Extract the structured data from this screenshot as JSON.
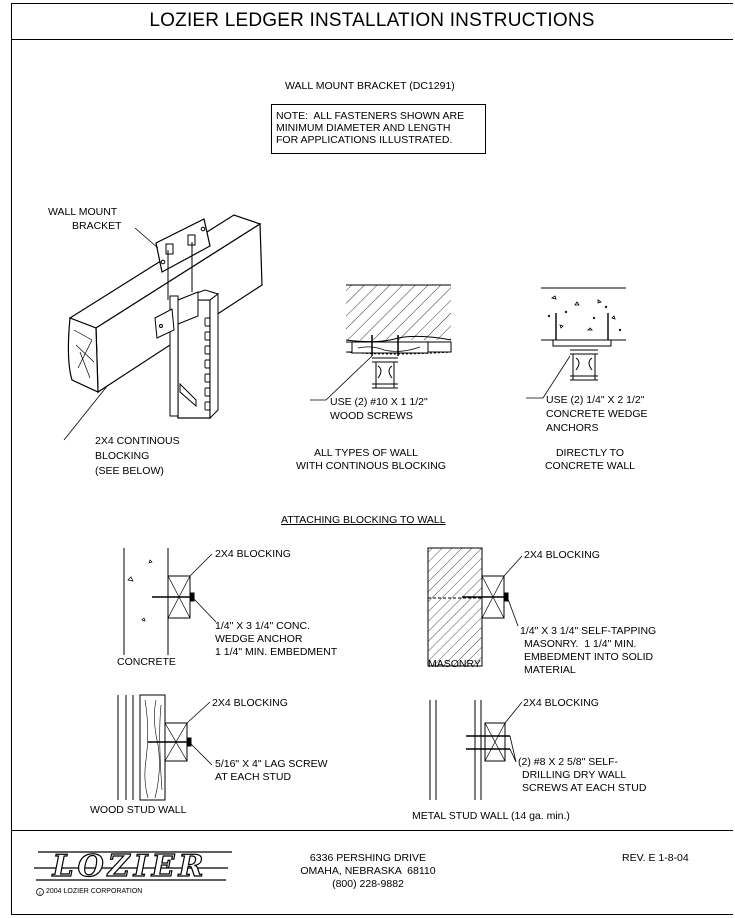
{
  "title": "LOZIER LEDGER INSTALLATION INSTRUCTIONS",
  "top": {
    "heading": "WALL MOUNT BRACKET (DC1291)",
    "note_lines": [
      "NOTE:  ALL FASTENERS SHOWN ARE",
      "MINIMUM DIAMETER AND LENGTH",
      "FOR APPLICATIONS ILLUSTRATED."
    ],
    "bracket_label": [
      "WALL MOUNT",
      "BRACKET"
    ],
    "blocking_label": [
      "2X4 CONTINOUS",
      "BLOCKING",
      "(SEE BELOW)"
    ],
    "wood_screw_label": [
      "USE (2) #10 X 1 1/2\"",
      "WOOD SCREWS"
    ],
    "wood_caption": [
      "ALL TYPES OF WALL",
      "WITH CONTINOUS BLOCKING"
    ],
    "anchor_label": [
      "USE (2) 1/4\" X 2 1/2\"",
      "CONCRETE WEDGE",
      "ANCHORS"
    ],
    "concrete_caption": [
      "DIRECTLY TO",
      "CONCRETE WALL"
    ]
  },
  "blocking": {
    "heading": "ATTACHING BLOCKING TO WALL",
    "concrete": {
      "blocking": "2X4 BLOCKING",
      "fastener": [
        "1/4\" X 3 1/4\" CONC.",
        "WEDGE ANCHOR",
        "1 1/4\" MIN. EMBEDMENT"
      ],
      "caption": "CONCRETE"
    },
    "masonry": {
      "blocking": "2X4 BLOCKING",
      "fastener": [
        "1/4\" X 3 1/4\" SELF-TAPPING",
        "MASONRY.  1 1/4\" MIN.",
        "EMBEDMENT INTO SOLID",
        "MATERIAL"
      ],
      "caption": "MASONRY"
    },
    "wood": {
      "blocking": "2X4 BLOCKING",
      "fastener": [
        "5/16\" X 4\" LAG SCREW",
        "AT EACH STUD"
      ],
      "caption": "WOOD STUD WALL"
    },
    "metal": {
      "blocking": "2X4 BLOCKING",
      "fastener": [
        "(2) #8 X 2 5/8\" SELF-",
        "DRILLING DRY WALL",
        "SCREWS AT EACH STUD"
      ],
      "caption": "METAL STUD WALL (14 ga. min.)"
    }
  },
  "footer": {
    "logo": "LOZIER",
    "copyright": "2004 LOZIER CORPORATION",
    "address": [
      "6336 PERSHING DRIVE",
      "OMAHA, NEBRASKA  68110",
      "(800) 228-9882"
    ],
    "revision": "REV. E 1-8-04"
  }
}
